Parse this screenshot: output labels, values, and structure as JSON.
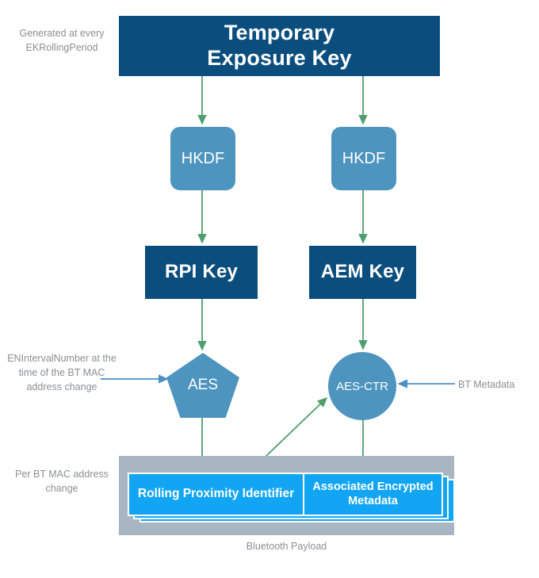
{
  "diagram": {
    "title_node": "Temporary\nExposure Key",
    "title_line1": "Temporary",
    "title_line2": "Exposure Key",
    "nodes": {
      "tek": "Temporary Exposure Key",
      "hkdf_left": "HKDF",
      "hkdf_right": "HKDF",
      "rpi_key": "RPI Key",
      "aem_key": "AEM Key",
      "aes": "AES",
      "aes_ctr": "AES-CTR"
    },
    "payload": {
      "rolling_proximity_identifier": "Rolling Proximity Identifier",
      "associated_encrypted_metadata": "Associated Encrypted Metadata",
      "caption": "Bluetooth Payload"
    },
    "captions": {
      "generated": "Generated at every EKRollingPeriod",
      "interval": "ENIntervalNumber at the time of the BT MAC address change",
      "per_mac": "Per BT MAC address change",
      "bt_metadata": "BT Metadata"
    },
    "colors": {
      "navy": "#0b4e7e",
      "medium_blue": "#4d94be",
      "bright_blue": "#12a5f4",
      "gray_container": "#a8b5c3",
      "green_arrow": "#4e9e6e",
      "blue_arrow": "#4a90c2",
      "caption_text": "#8b8f93",
      "background": "#ffffff"
    }
  }
}
